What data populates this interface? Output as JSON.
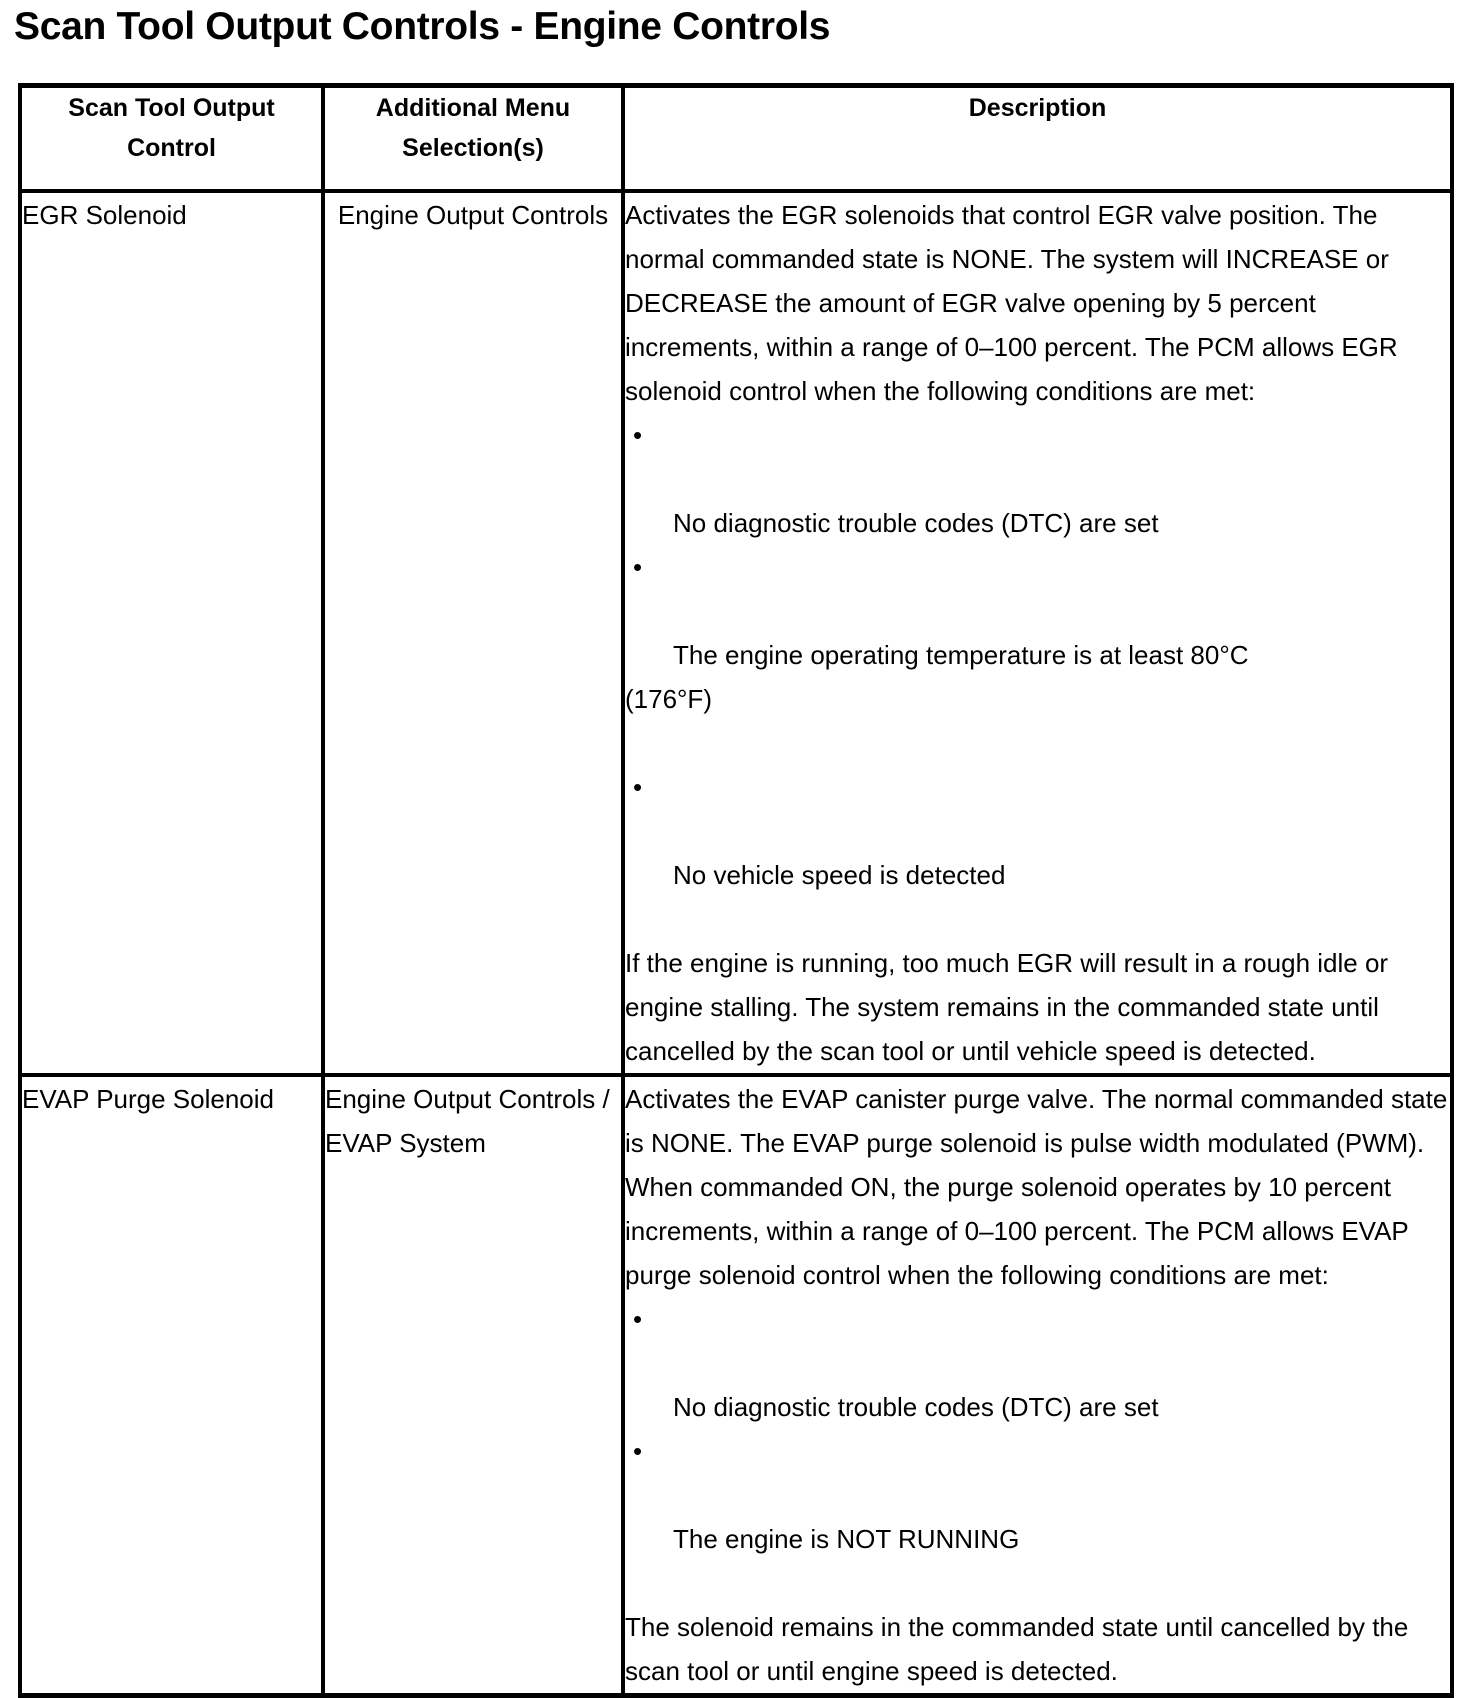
{
  "document": {
    "title": "Scan Tool Output Controls - Engine Controls"
  },
  "table": {
    "headers": {
      "col1": "Scan Tool Output\nControl",
      "col2": "Additional Menu\nSelection(s)",
      "col3": "Description"
    },
    "rows": [
      {
        "control": "EGR Solenoid",
        "menu": "Engine Output\nControls",
        "description": {
          "intro": "Activates the EGR solenoids that control EGR valve position. The normal commanded state is NONE. The system will INCREASE or DECREASE the amount of EGR valve opening by 5 percent increments, within a range of 0–100 percent. The PCM allows EGR solenoid control when the following conditions are met:",
          "bullet_char": "•",
          "conditions": [
            {
              "text": "No diagnostic trouble codes (DTC) are set",
              "continuation": ""
            },
            {
              "text": "The engine operating temperature is at least 80°C",
              "continuation": "(176°F)"
            },
            {
              "text": "No vehicle speed is detected",
              "continuation": ""
            }
          ],
          "closing": " If the engine is running, too much EGR will result in a rough idle or engine stalling. The system remains in the commanded state until cancelled by the scan tool or until vehicle speed is detected."
        }
      },
      {
        "control": "EVAP Purge\nSolenoid",
        "menu": "Engine Output\nControls / EVAP\nSystem",
        "description": {
          "intro": "Activates the EVAP canister purge valve. The normal commanded state is NONE. The EVAP purge solenoid is pulse width modulated (PWM). When commanded ON, the purge solenoid operates by 10 percent increments, within a range of 0–100 percent. The PCM allows EVAP purge solenoid control when the following conditions are met:",
          "bullet_char": "•",
          "conditions": [
            {
              "text": "No diagnostic trouble codes (DTC) are set",
              "continuation": ""
            },
            {
              "text": "The engine is NOT RUNNING",
              "continuation": ""
            }
          ],
          "closing": " The solenoid remains in the commanded state until cancelled by the scan tool or until engine speed is detected."
        }
      }
    ]
  },
  "colors": {
    "text": "#000000",
    "background": "#ffffff",
    "border": "#000000"
  }
}
